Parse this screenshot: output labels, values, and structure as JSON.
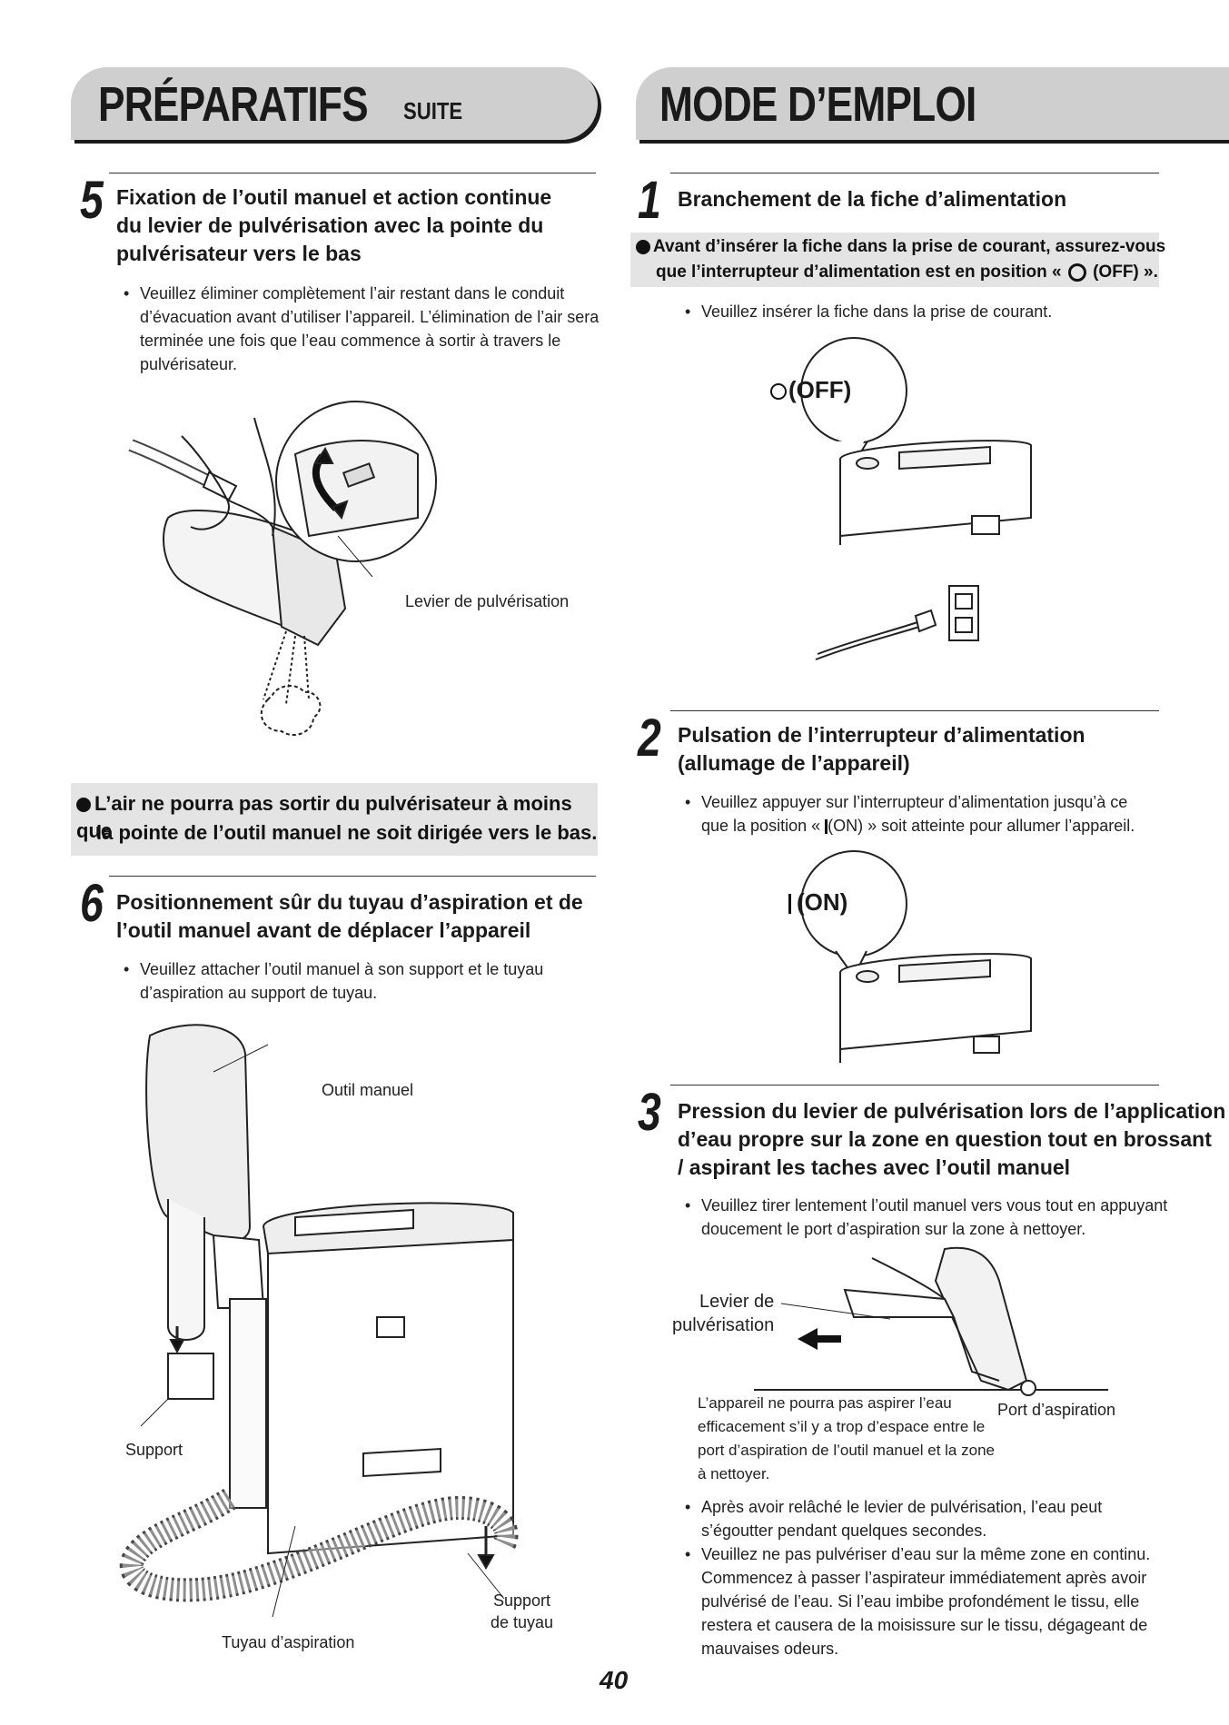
{
  "left": {
    "banner_title": "PRÉPARATIFS",
    "banner_sub": "SUITE",
    "step5": {
      "number": "5",
      "title_lines": [
        "Fixation de l’outil manuel et action continue",
        "du levier de pulvérisation avec la pointe du",
        "pulvérisateur vers le bas"
      ],
      "bullet": "Veuillez éliminer complètement l’air restant dans le conduit d’évacuation avant d’utiliser l’appareil. L’élimination de l’air sera terminée une fois que l’eau commence à sortir à travers le pulvérisateur.",
      "label_lever": "Levier de pulvérisation"
    },
    "note": [
      "L’air ne pourra pas sortir du pulvérisateur à moins que",
      "la pointe de l’outil manuel ne soit dirigée vers le bas."
    ],
    "step6": {
      "number": "6",
      "title_lines": [
        "Positionnement sûr du tuyau d’aspiration et de",
        "l’outil manuel avant de déplacer l’appareil"
      ],
      "bullet": "Veuillez attacher l’outil manuel à son support et le tuyau d’aspiration au support de tuyau.",
      "label_tool": "Outil manuel",
      "label_support": "Support",
      "label_hose_support": [
        "Support",
        "de tuyau"
      ],
      "label_hose": "Tuyau d’aspiration"
    }
  },
  "right": {
    "banner_title": "MODE D’EMPLOI",
    "step1": {
      "number": "1",
      "title": "Branchement de la fiche d’alimentation",
      "note_line1": "Avant d’insérer la fiche dans la prise de courant, assurez-vous",
      "note_line2_pre": "que l’interrupteur d’alimentation est en position «",
      "note_line2_post": "(OFF) ».",
      "bullet": "Veuillez insérer la fiche dans la prise de courant.",
      "bubble": "(OFF)"
    },
    "step2": {
      "number": "2",
      "title_lines": [
        "Pulsation de l’interrupteur d’alimentation",
        "(allumage de l’appareil)"
      ],
      "bullet_line1": "Veuillez appuyer sur l’interrupteur d’alimentation jusqu’à ce",
      "bullet_line2_pre": "que la position «",
      "bullet_line2_post": "(ON) » soit atteinte pour allumer l’appareil.",
      "bubble": "(ON)"
    },
    "step3": {
      "number": "3",
      "title_lines": [
        "Pression du levier de pulvérisation lors de l’application",
        "d’eau propre sur la zone en question tout en brossant",
        "/ aspirant les taches avec l’outil manuel"
      ],
      "bullet1": "Veuillez tirer lentement l’outil manuel vers vous tout en appuyant doucement le port d’aspiration sur la zone à nettoyer.",
      "label_lever": [
        "Levier de",
        "pulvérisation"
      ],
      "label_port": "Port d’aspiration",
      "caption": [
        "L’appareil ne pourra pas aspirer l’eau",
        "efficacement s’il y a trop d’espace entre le",
        "port d’aspiration de l’outil manuel et la zone",
        "à nettoyer."
      ],
      "bullet2": "Après avoir relâché le levier de pulvérisation, l’eau peut s’égoutter pendant quelques secondes.",
      "bullet3": "Veuillez ne pas pulvériser d’eau sur la même zone en continu. Commencez à passer l’aspirateur immédiatement après avoir pulvérisé de l’eau. Si l’eau imbibe profondément le tissu, elle restera et causera de la moisissure sur le tissu, dégageant de mauvaises odeurs."
    }
  },
  "page_number": "40"
}
